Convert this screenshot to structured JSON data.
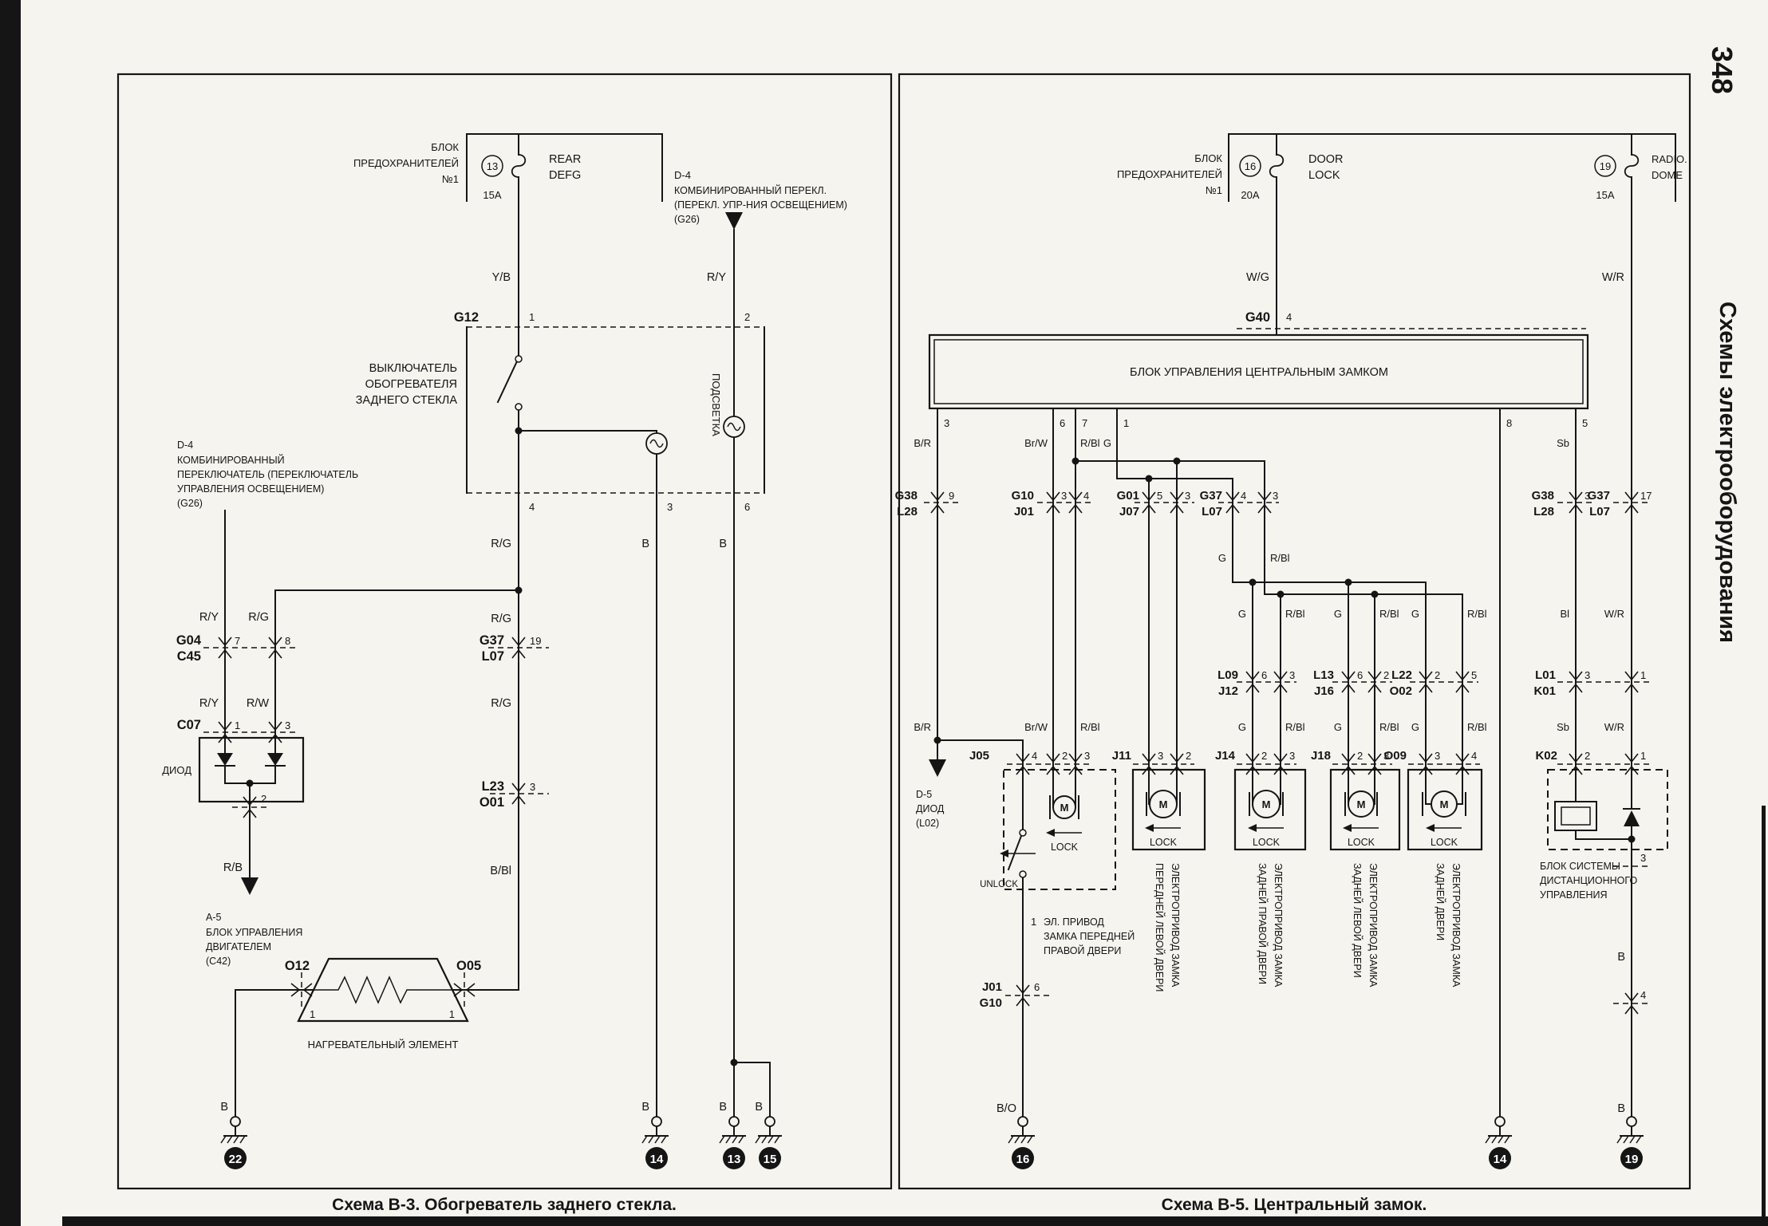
{
  "page": {
    "number": "348",
    "side_title": "Схемы электрооборудования",
    "caption_left": "Схема В-3. Обогреватель заднего стекла.",
    "caption_right": "Схема В-5. Центральный замок."
  },
  "wire": {
    "yb": "Y/B",
    "ry": "R/Y",
    "rg": "R/G",
    "rw": "R/W",
    "rb": "R/B",
    "b": "B",
    "bbl": "B/Bl",
    "wg": "W/G",
    "wr": "W/R",
    "br": "B/R",
    "brw": "Br/W",
    "rbl": "R/Bl",
    "g": "G",
    "sb": "Sb",
    "bl": "Bl",
    "bo": "B/O"
  },
  "pin": {
    "p1": "1",
    "p2": "2",
    "p3": "3",
    "p4": "4",
    "p5": "5",
    "p6": "6",
    "p7": "7",
    "p8": "8",
    "p9": "9",
    "p17": "17",
    "p19": "19"
  },
  "num": {
    "n13": "13",
    "n14": "14",
    "n15": "15",
    "n16": "16",
    "n19": "19",
    "n22": "22"
  },
  "fuse": {
    "amp15": "15A",
    "amp20": "20A",
    "rear1": "REAR",
    "rear2": "DEFG",
    "door1": "DOOR",
    "door2": "LOCK",
    "radio1": "RADIO.",
    "radio2": "DOME",
    "block1": "БЛОК",
    "block2": "ПРЕДОХРАНИТЕЛЕЙ",
    "block3": "№1"
  },
  "conn": {
    "g12": "G12",
    "g04": "G04",
    "c45": "C45",
    "c07": "C07",
    "g37": "G37",
    "l07": "L07",
    "l23": "L23",
    "o01": "O01",
    "o12": "O12",
    "o05": "O05",
    "g40": "G40",
    "g38": "G38",
    "l28": "L28",
    "g10": "G10",
    "j01": "J01",
    "g01": "G01",
    "j07": "J07",
    "l09": "L09",
    "j12": "J12",
    "l13": "L13",
    "j16": "J16",
    "l22": "L22",
    "o02": "O02",
    "l01": "L01",
    "k01": "K01",
    "j05": "J05",
    "j11": "J11",
    "j14": "J14",
    "j18": "J18",
    "o09": "O09",
    "k02": "K02"
  },
  "txt": {
    "d4": "D-4",
    "g26": "(G26)",
    "d5": "D-5",
    "l02": "(L02)",
    "a5": "A-5",
    "c42": "(C42)",
    "d4top2": "КОМБИНИРОВАННЫЙ ПЕРЕКЛ.",
    "d4top3": "(ПЕРЕКЛ. УПР-НИЯ ОСВЕЩЕНИЕМ)",
    "d4left2": "КОМБИНИРОВАННЫЙ",
    "d4left3": "ПЕРЕКЛЮЧАТЕЛЬ (ПЕРЕКЛЮЧАТЕЛЬ",
    "d4left4": "УПРАВЛЕНИЯ ОСВЕЩЕНИЕМ)",
    "sw1": "ВЫКЛЮЧАТЕЛЬ",
    "sw2": "ОБОГРЕВАТЕЛЯ",
    "sw3": "ЗАДНЕГО СТЕКЛА",
    "podsvetka": "ПОДСВЕТКА",
    "diod": "ДИОД",
    "a5b1": "БЛОК УПРАВЛЕНИЯ",
    "a5b2": "ДВИГАТЕЛЕМ",
    "heater": "НАГРЕВАТЕЛЬНЫЙ ЭЛЕМЕНТ",
    "cl_unit": "БЛОК УПРАВЛЕНИЯ ЦЕНТРАЛЬНЫМ ЗАМКОМ",
    "m": "M",
    "lock": "LOCK",
    "unlock": "UNLOCK",
    "j05t1": "ЭЛ. ПРИВОД",
    "j05t2": "ЗАМКА ПЕРЕДНЕЙ",
    "j05t3": "ПРАВОЙ ДВЕРИ",
    "act_a": "ЭЛЕКТРОПРИВОД ЗАМКА",
    "act1b": "ПЕРЕДНЕЙ ЛЕВОЙ ДВЕРИ",
    "act2b": "ЗАДНЕЙ ПРАВОЙ ДВЕРИ",
    "act3b": "ЗАДНЕЙ ЛЕВОЙ ДВЕРИ",
    "act4b": "ЗАДНЕЙ ДВЕРИ",
    "k02t1": "БЛОК СИСТЕМЫ",
    "k02t2": "ДИСТАНЦИОННОГО",
    "k02t3": "УПРАВЛЕНИЯ"
  }
}
